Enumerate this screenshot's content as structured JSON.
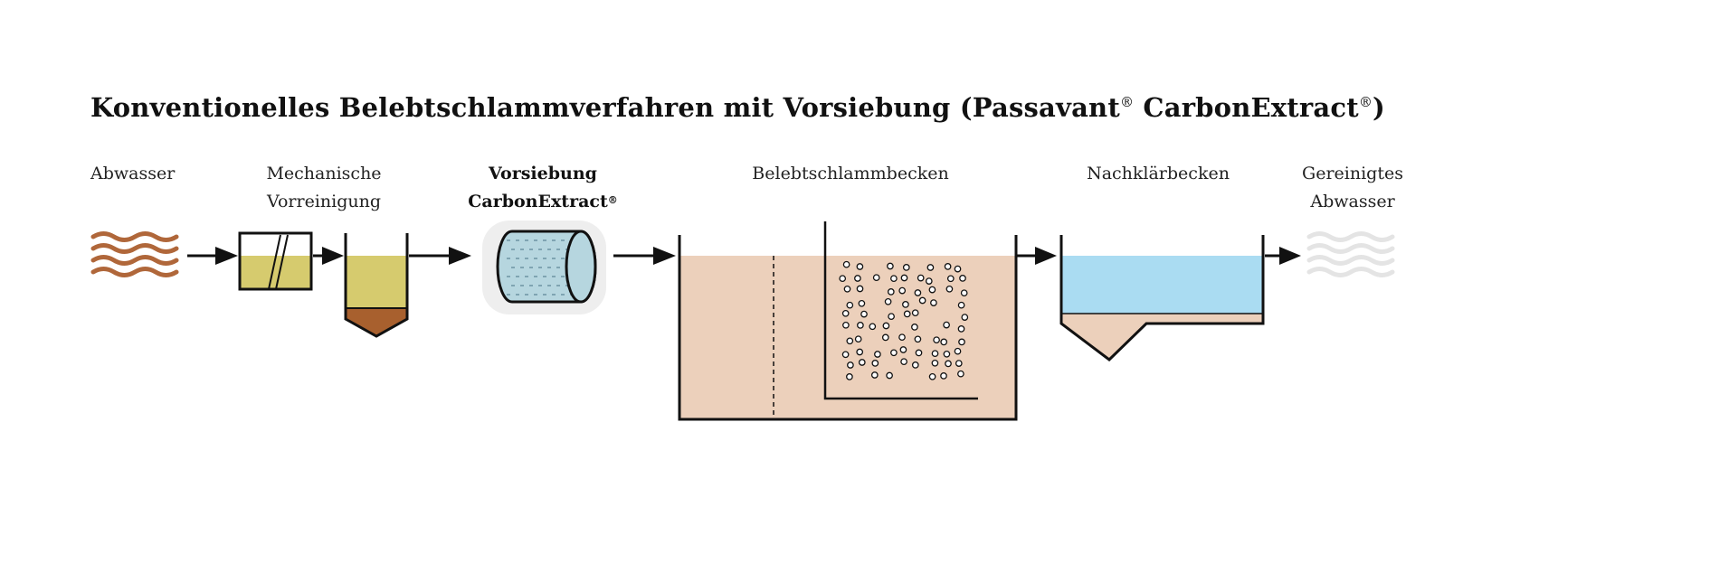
{
  "title": {
    "text": "Konventionelles Belebtschlammverfahren mit Vorsiebung (Passavant",
    "reg1": "®",
    "mid": " CarbonExtract",
    "reg2": "®",
    "end": ")"
  },
  "stages": {
    "abwasser": {
      "line1": "Abwasser"
    },
    "mechanisch": {
      "line1": "Mechanische",
      "line2": "Vorreinigung"
    },
    "vorsiebung": {
      "line1": "Vorsiebung",
      "line2": "CarbonExtract",
      "reg": "®"
    },
    "belebt": {
      "line1": "Belebtschlammbecken"
    },
    "nachklaer": {
      "line1": "Nachklärbecken"
    },
    "gereinigt": {
      "line1": "Gereinigtes",
      "line2": "Abwasser"
    }
  },
  "colors": {
    "raw_water": "#b0673a",
    "clean_water_waves": "#e4e4e4",
    "screen_fill": "#d6cb6e",
    "sludge": "#a8602e",
    "drum_fill": "#b6d6df",
    "drum_halo": "#eeeeee",
    "aeration_fill": "#ecd0bb",
    "clarifier_water": "#aadcf2",
    "clarifier_sludge": "#ecd0bb",
    "line": "#111111"
  }
}
